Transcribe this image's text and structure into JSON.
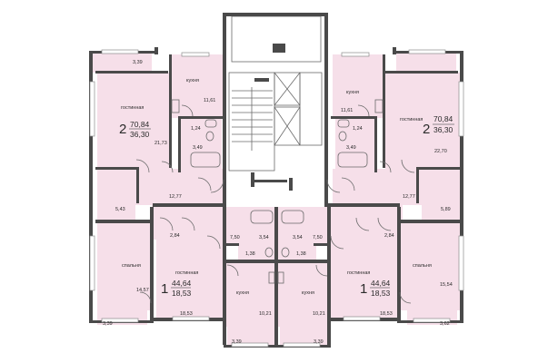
{
  "rooms": {
    "tl_living_label": "гостинная",
    "tl_kitchen_label": "кухня",
    "tr_kitchen_label": "кухня",
    "tr_living_label": "гостинная",
    "bl_bedroom_label": "спальня",
    "bl_living_label": "гостинная",
    "bc_kitchen_l_label": "кухня",
    "bc_kitchen_r_label": "кухня",
    "br_living_label": "гостинная",
    "br_bedroom_label": "спальня"
  },
  "apartments": {
    "tl": {
      "rooms": "2",
      "total": "70,84",
      "living": "36,30"
    },
    "tr": {
      "rooms": "2",
      "total": "70,84",
      "living": "36,30"
    },
    "bl": {
      "rooms": "1",
      "total": "44,64",
      "living": "18,53"
    },
    "br": {
      "rooms": "1",
      "total": "44,64",
      "living": "18,53"
    }
  },
  "areas": {
    "a_3_39_top": "3,39",
    "a_11_61_l": "11,61",
    "a_11_61_r": "11,61",
    "a_1_24_l": "1,24",
    "a_1_24_r": "1,24",
    "a_3_49_l": "3,49",
    "a_3_49_r": "3,49",
    "a_21_73": "21,73",
    "a_22_70": "22,70",
    "a_12_77_l": "12,77",
    "a_12_77_r": "12,77",
    "a_5_43": "5,43",
    "a_5_89": "5,89",
    "a_2_84_l": "2,84",
    "a_2_84_r": "2,84",
    "a_7_50_l": "7,50",
    "a_3_54_l": "3,54",
    "a_3_54_r": "3,54",
    "a_7_50_r": "7,50",
    "a_1_38_l": "1,38",
    "a_1_38_r": "1,38",
    "a_14_57": "14,57",
    "a_15_54": "15,54",
    "a_18_53_bl": "18,53",
    "a_10_21_l": "10,21",
    "a_10_21_r": "10,21",
    "a_18_53_br": "18,53",
    "a_3_39_bl": "3,39",
    "a_3_39_bc_l": "3,39",
    "a_3_39_bc_r": "3,39",
    "a_3_62": "3,62"
  }
}
